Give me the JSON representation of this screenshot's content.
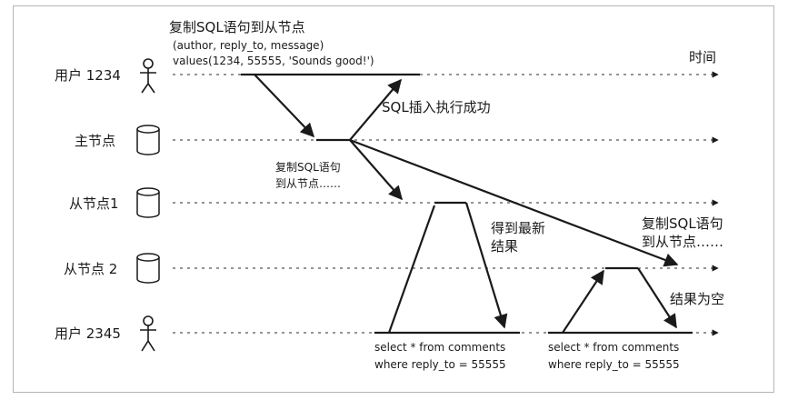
{
  "rows": [
    {
      "id": "user-1234",
      "label": "用户 1234",
      "icon": "user-icon"
    },
    {
      "id": "leader",
      "label": "主节点",
      "icon": "database-icon"
    },
    {
      "id": "follower-1",
      "label": "从节点1",
      "icon": "database-icon"
    },
    {
      "id": "follower-2",
      "label": "从节点 2",
      "icon": "database-icon"
    },
    {
      "id": "user-2345",
      "label": "用户 2345",
      "icon": "user-icon"
    }
  ],
  "time_label": "时间",
  "insert_note": {
    "line1": "复制SQL语句到从节点",
    "line2": "(author, reply_to, message)",
    "line3": "values(1234, 55555, 'Sounds good!')"
  },
  "insert_success": "SQL插入执行成功",
  "replicate_follower1": {
    "line1": "复制SQL语句",
    "line2": "到从节点……"
  },
  "replicate_follower2": {
    "line1": "复制SQL语句",
    "line2": "到从节点……"
  },
  "latest_result": {
    "line1": "得到最新",
    "line2": "结果"
  },
  "empty_result": "结果为空",
  "query1": {
    "line1": "select * from comments",
    "line2": "where reply_to = 55555"
  },
  "query2": {
    "line1": "select * from comments",
    "line2": "where reply_to = 55555"
  },
  "colors": {
    "ink": "#1a1a1a",
    "dotted": "#555555",
    "frame": "#b5b5b5"
  }
}
